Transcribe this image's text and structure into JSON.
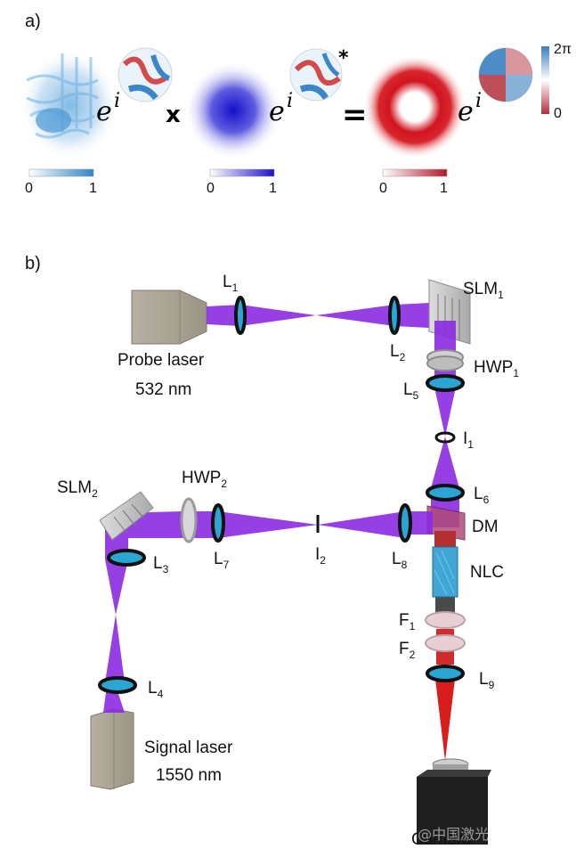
{
  "panel_a": {
    "label": "a)",
    "exp_base": "e",
    "exp_power": "i",
    "times_symbol": "x",
    "equals_symbol": "=",
    "conjugate_symbol": "*",
    "colorbars": [
      {
        "min": "0",
        "max": "1",
        "color": "#2f86c9"
      },
      {
        "min": "0",
        "max": "1",
        "color": "#1f12c8"
      },
      {
        "min": "0",
        "max": "1",
        "color": "#b0182b"
      }
    ],
    "phase_bar": {
      "max": "2π",
      "min": "0",
      "top_color": "#3a7fc0",
      "bottom_color": "#b3303c"
    }
  },
  "panel_b": {
    "label": "b)",
    "probe_laser": {
      "line1": "Probe laser",
      "line2": "532 nm"
    },
    "signal_laser": {
      "line1": "Signal laser",
      "line2": "1550 nm"
    },
    "camera": "Camera",
    "components": {
      "L1": {
        "main": "L",
        "sub": "1"
      },
      "L2": {
        "main": "L",
        "sub": "2"
      },
      "L3": {
        "main": "L",
        "sub": "3"
      },
      "L4": {
        "main": "L",
        "sub": "4"
      },
      "L5": {
        "main": "L",
        "sub": "5"
      },
      "L6": {
        "main": "L",
        "sub": "6"
      },
      "L7": {
        "main": "L",
        "sub": "7"
      },
      "L8": {
        "main": "L",
        "sub": "8"
      },
      "L9": {
        "main": "L",
        "sub": "9"
      },
      "SLM1": {
        "main": "SLM",
        "sub": "1"
      },
      "SLM2": {
        "main": "SLM",
        "sub": "2"
      },
      "HWP1": {
        "main": "HWP",
        "sub": "1"
      },
      "HWP2": {
        "main": "HWP",
        "sub": "2"
      },
      "I1": {
        "main": "I",
        "sub": "1"
      },
      "I2": {
        "main": "I",
        "sub": "2"
      },
      "F1": {
        "main": "F",
        "sub": "1"
      },
      "F2": {
        "main": "F",
        "sub": "2"
      },
      "DM": {
        "main": "DM"
      },
      "NLC": {
        "main": "NLC"
      }
    },
    "colors": {
      "beam": "#8a2be2",
      "beam_dark": "#5a1a9a",
      "red_beam": "#d91c1c"
    }
  },
  "watermark": "知乎 @中国激光杂志社"
}
